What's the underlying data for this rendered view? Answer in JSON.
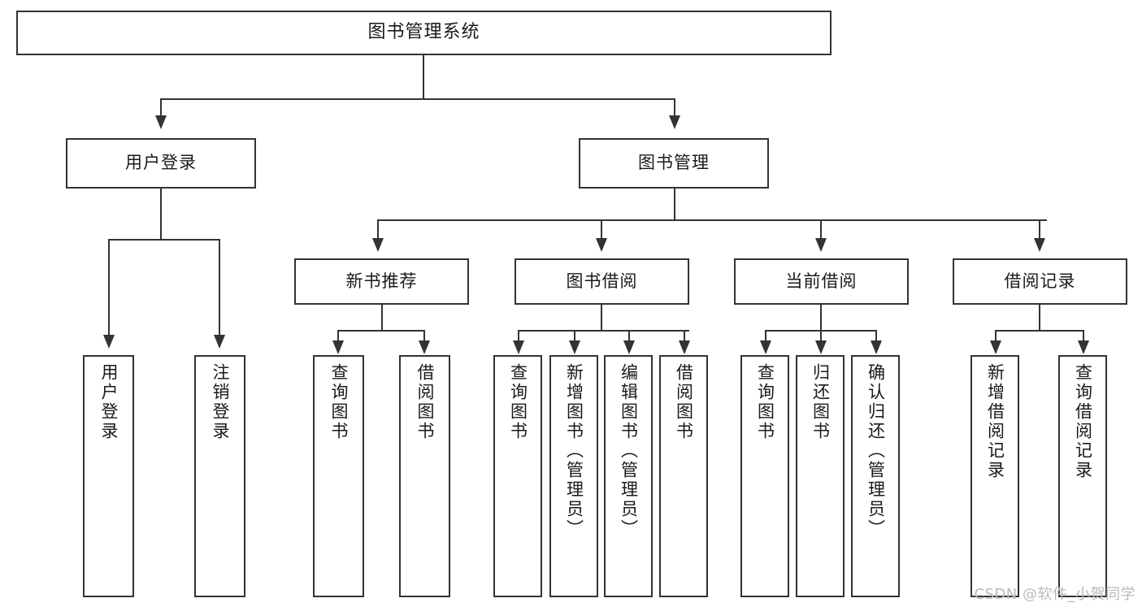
{
  "diagram": {
    "type": "tree-hierarchy",
    "title": "图书管理系统",
    "watermark": "CSDN @软件_小贺同学",
    "colors": {
      "box_border": "#333333",
      "box_fill": "#ffffff",
      "connector": "#333333",
      "text": "#1a1a1a",
      "watermark": "#b9b9b9"
    },
    "levels": {
      "root": {
        "label": "图书管理系统"
      },
      "level2": [
        {
          "label": "用户登录"
        },
        {
          "label": "图书管理"
        }
      ],
      "level3": [
        {
          "label": "新书推荐"
        },
        {
          "label": "图书借阅"
        },
        {
          "label": "当前借阅"
        },
        {
          "label": "借阅记录"
        }
      ],
      "leaves": {
        "user_login": [
          {
            "label": "用户登录"
          },
          {
            "label": "注销登录"
          }
        ],
        "new_book_recommend": [
          {
            "label": "查询图书"
          },
          {
            "label": "借阅图书"
          }
        ],
        "book_borrow": [
          {
            "label": "查询图书"
          },
          {
            "label": "新增图书（管理员）"
          },
          {
            "label": "编辑图书（管理员）"
          },
          {
            "label": "借阅图书"
          }
        ],
        "current_borrow": [
          {
            "label": "查询图书"
          },
          {
            "label": "归还图书"
          },
          {
            "label": "确认归还（管理员）"
          }
        ],
        "borrow_record": [
          {
            "label": "新增借阅记录"
          },
          {
            "label": "查询借阅记录"
          }
        ]
      }
    }
  }
}
